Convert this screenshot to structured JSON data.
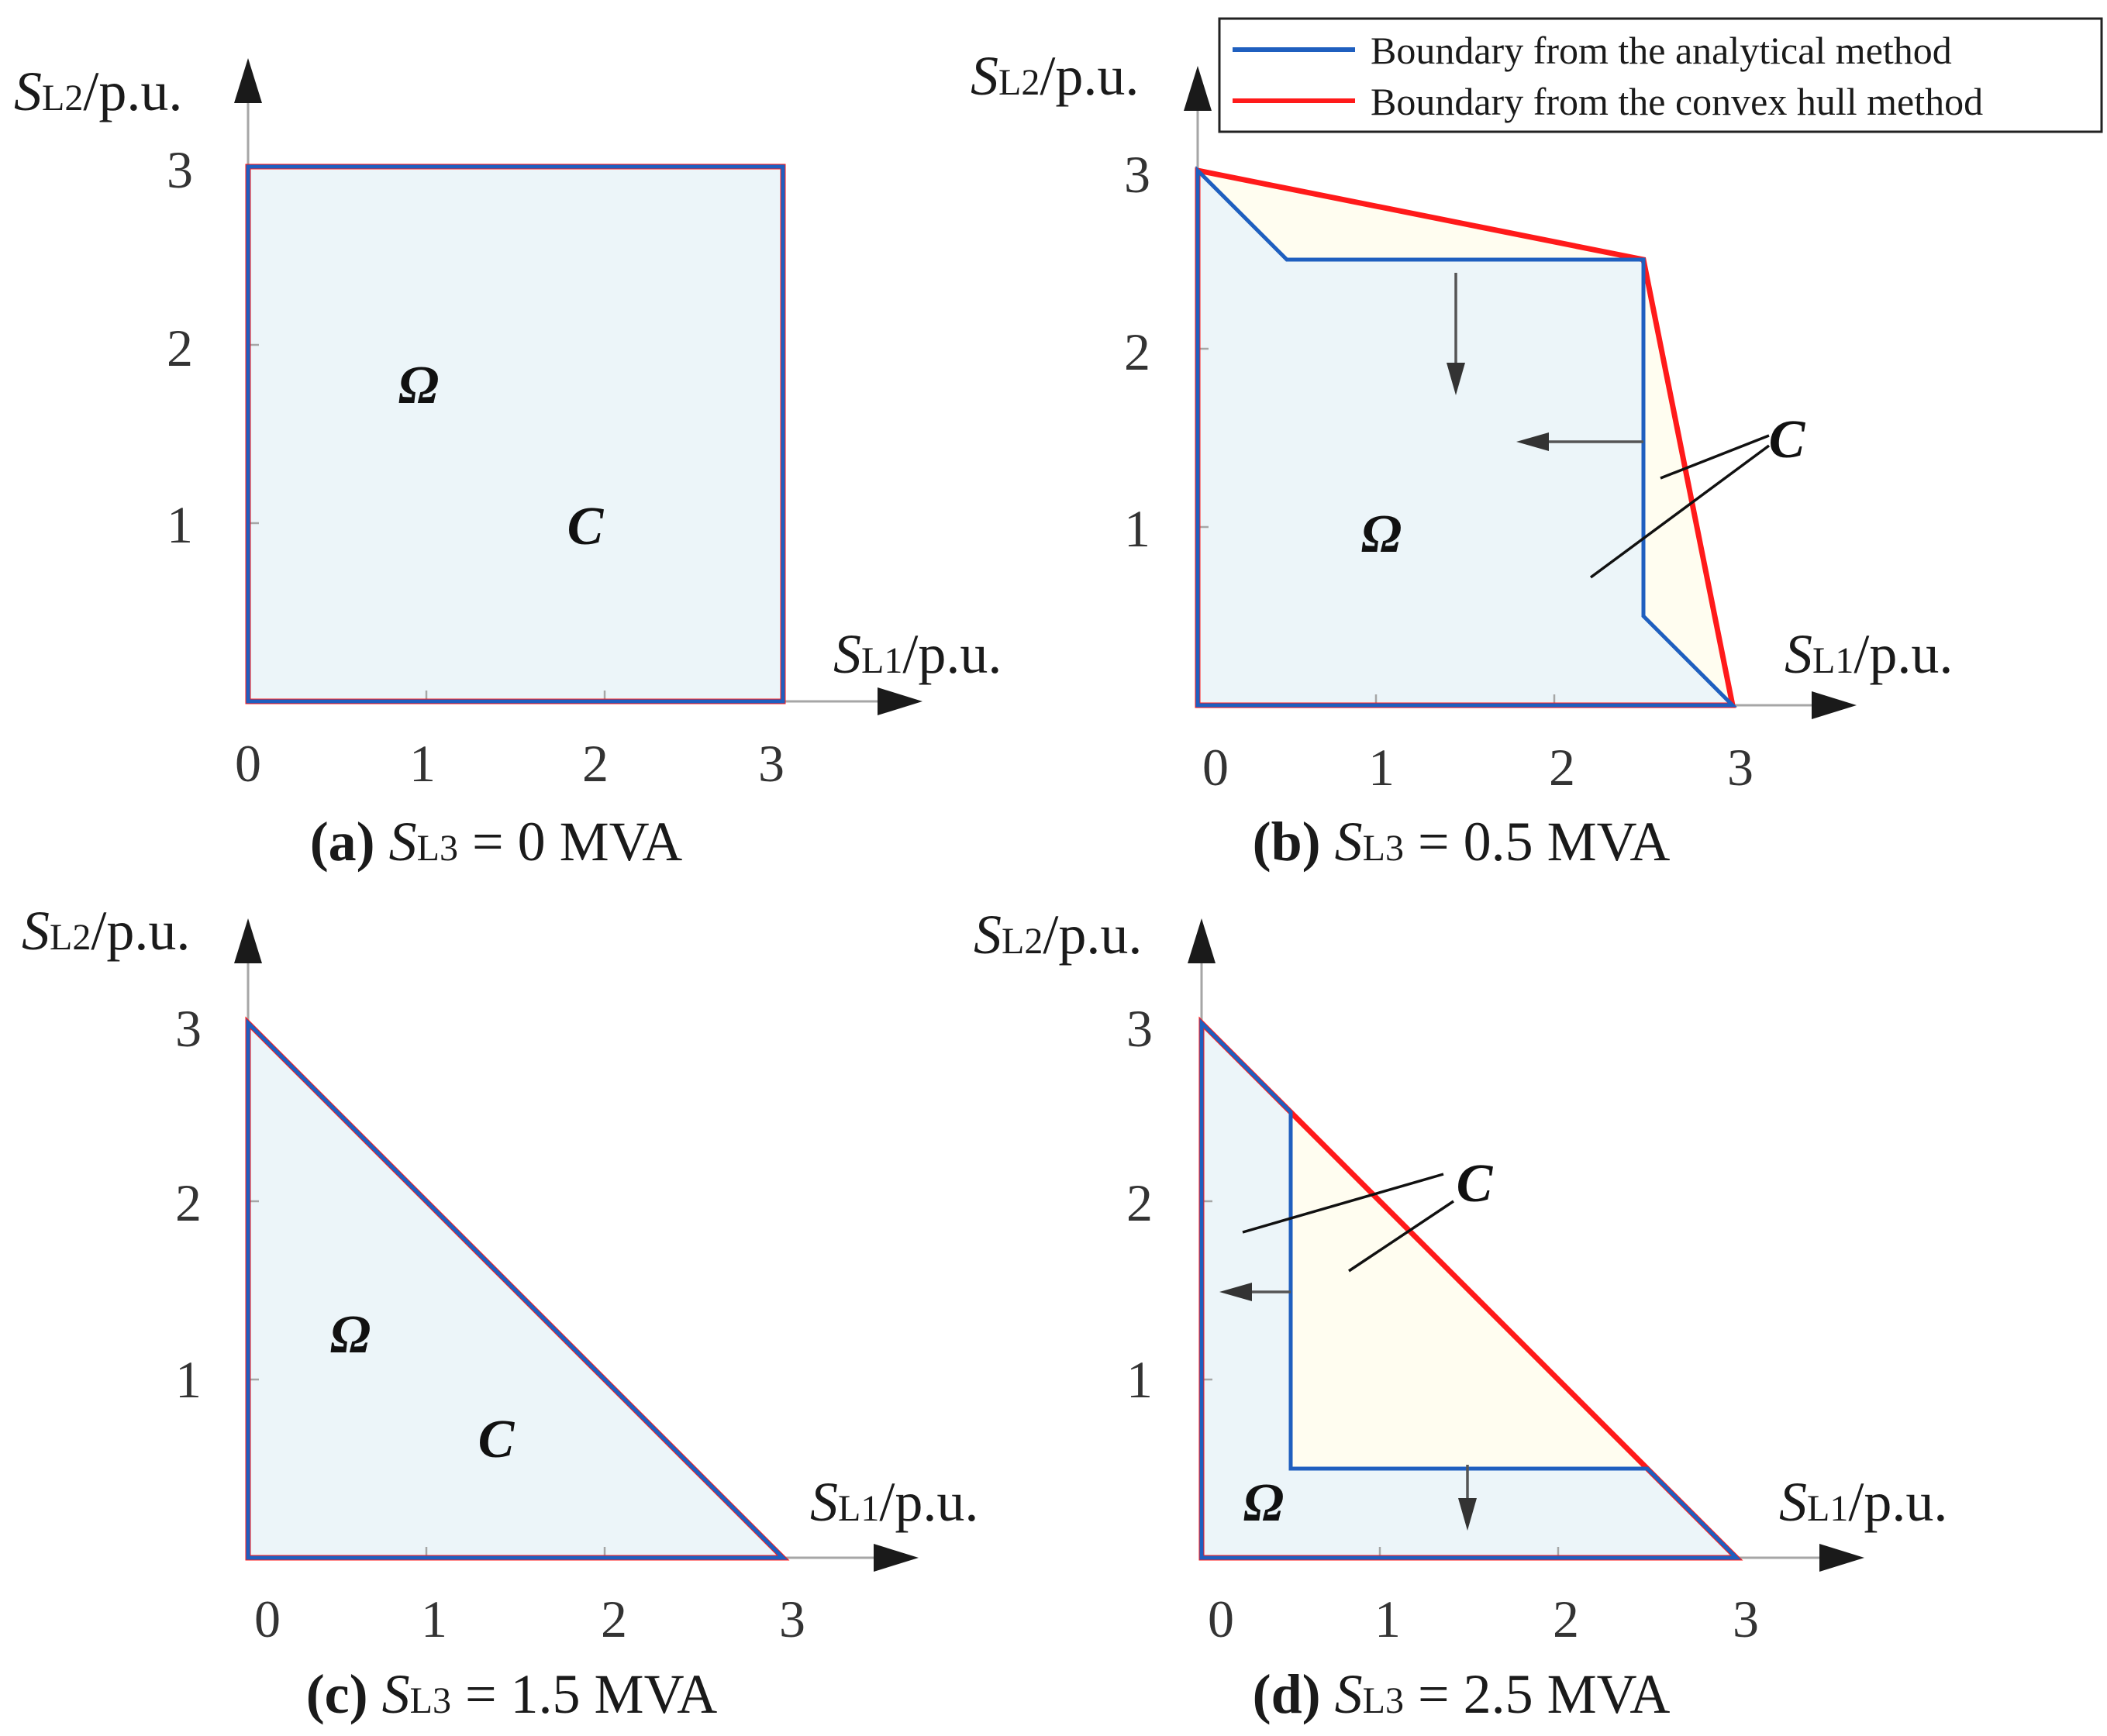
{
  "legend": {
    "items": [
      {
        "label": "Boundary from the analytical method",
        "color": "#1f5fbf"
      },
      {
        "label": "Boundary from the convex hull method",
        "color": "#ff1a1a"
      }
    ]
  },
  "colors": {
    "analytical": "#1f5fbf",
    "convex_hull": "#ff1a1a",
    "omega_fill": "#ecf5f9",
    "gap_fill": "#fffdf0"
  },
  "axis": {
    "x_label_var": "S",
    "x_label_sub": "L1",
    "x_label_unit": "/p.u.",
    "y_label_var": "S",
    "y_label_sub": "L2",
    "y_label_unit": "/p.u.",
    "xticks": [
      "0",
      "1",
      "2",
      "3"
    ],
    "yticks": [
      "1",
      "2",
      "3"
    ]
  },
  "symbols": {
    "omega": "Ω",
    "c": "C"
  },
  "panels": [
    {
      "letter": "(a)",
      "caption_var": "S",
      "caption_sub": "L3",
      "caption_value": " = 0 MVA",
      "analytical_boundary": [
        [
          0,
          0
        ],
        [
          3,
          0
        ],
        [
          3,
          3
        ],
        [
          0,
          3
        ]
      ],
      "convex_hull_boundary": [
        [
          0,
          0
        ],
        [
          3,
          0
        ],
        [
          3,
          3
        ],
        [
          0,
          3
        ]
      ]
    },
    {
      "letter": "(b)",
      "caption_var": "S",
      "caption_sub": "L3",
      "caption_value": " = 0.5 MVA",
      "analytical_boundary": [
        [
          0,
          0
        ],
        [
          3,
          0
        ],
        [
          2.5,
          0.5
        ],
        [
          2.5,
          2.5
        ],
        [
          0.5,
          2.5
        ],
        [
          0,
          3
        ]
      ],
      "convex_hull_boundary": [
        [
          0,
          0
        ],
        [
          3,
          0
        ],
        [
          2.5,
          2.5
        ],
        [
          0,
          3
        ]
      ]
    },
    {
      "letter": "(c)",
      "caption_var": "S",
      "caption_sub": "L3",
      "caption_value": " = 1.5 MVA",
      "analytical_boundary": [
        [
          0,
          0
        ],
        [
          3,
          0
        ],
        [
          0,
          3
        ]
      ],
      "convex_hull_boundary": [
        [
          0,
          0
        ],
        [
          3,
          0
        ],
        [
          0,
          3
        ]
      ]
    },
    {
      "letter": "(d)",
      "caption_var": "S",
      "caption_sub": "L3",
      "caption_value": " = 2.5 MVA",
      "analytical_boundary": [
        [
          0,
          0
        ],
        [
          3,
          0
        ],
        [
          2.5,
          0.5
        ],
        [
          0.5,
          0.5
        ],
        [
          0.5,
          2.5
        ],
        [
          0,
          3
        ]
      ],
      "convex_hull_boundary": [
        [
          0,
          0
        ],
        [
          3,
          0
        ],
        [
          0,
          3
        ]
      ]
    }
  ]
}
